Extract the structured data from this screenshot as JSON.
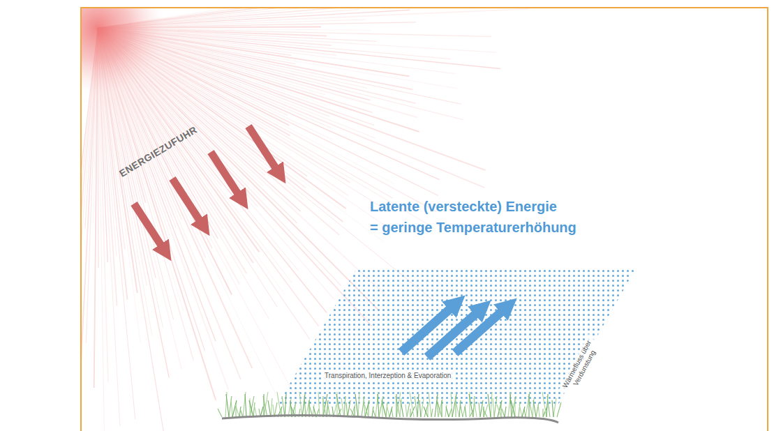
{
  "diagram": {
    "labels": [
      "ENERGIEZUFUHR",
      "Latente (versteckte) Energie",
      "= geringe Temperaturerhöhung",
      "Transpiration, Interzeption & Evaporation",
      "Wärmefluss über Verdunstung"
    ]
  }
}
